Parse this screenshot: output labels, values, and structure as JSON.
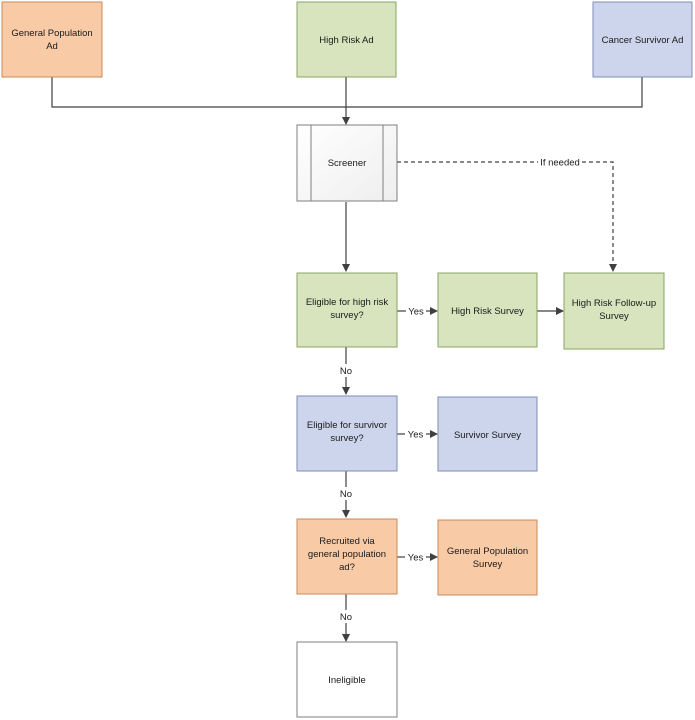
{
  "colors": {
    "orange_fill": "#f8cba6",
    "orange_stroke": "#c9885a",
    "green_fill": "#d7e4bd",
    "green_stroke": "#8aa463",
    "blue_fill": "#cdd5ec",
    "blue_stroke": "#7f8cb8",
    "white_fill": "#ffffff",
    "gray_stroke": "#7f7f7f"
  },
  "nodes": {
    "general_population_ad": [
      "General Population",
      "Ad"
    ],
    "high_risk_ad": [
      "High Risk Ad"
    ],
    "cancer_survivor_ad": [
      "Cancer Survivor Ad"
    ],
    "screener": [
      "Screener"
    ],
    "eligible_high_risk": [
      "Eligible for high risk",
      "survey?"
    ],
    "high_risk_survey": [
      "High Risk Survey"
    ],
    "high_risk_followup": [
      "High Risk Follow-up",
      "Survey"
    ],
    "eligible_survivor": [
      "Eligible for survivor",
      "survey?"
    ],
    "survivor_survey": [
      "Survivor Survey"
    ],
    "recruited_general": [
      "Recruited via",
      "general population",
      "ad?"
    ],
    "general_population_survey": [
      "General Population",
      "Survey"
    ],
    "ineligible": [
      "Ineligible"
    ]
  },
  "edge_labels": {
    "if_needed": "If needed",
    "yes_high_risk": "Yes",
    "no_high_risk": "No",
    "yes_survivor": "Yes",
    "no_survivor": "No",
    "yes_general": "Yes",
    "no_general": "No"
  }
}
